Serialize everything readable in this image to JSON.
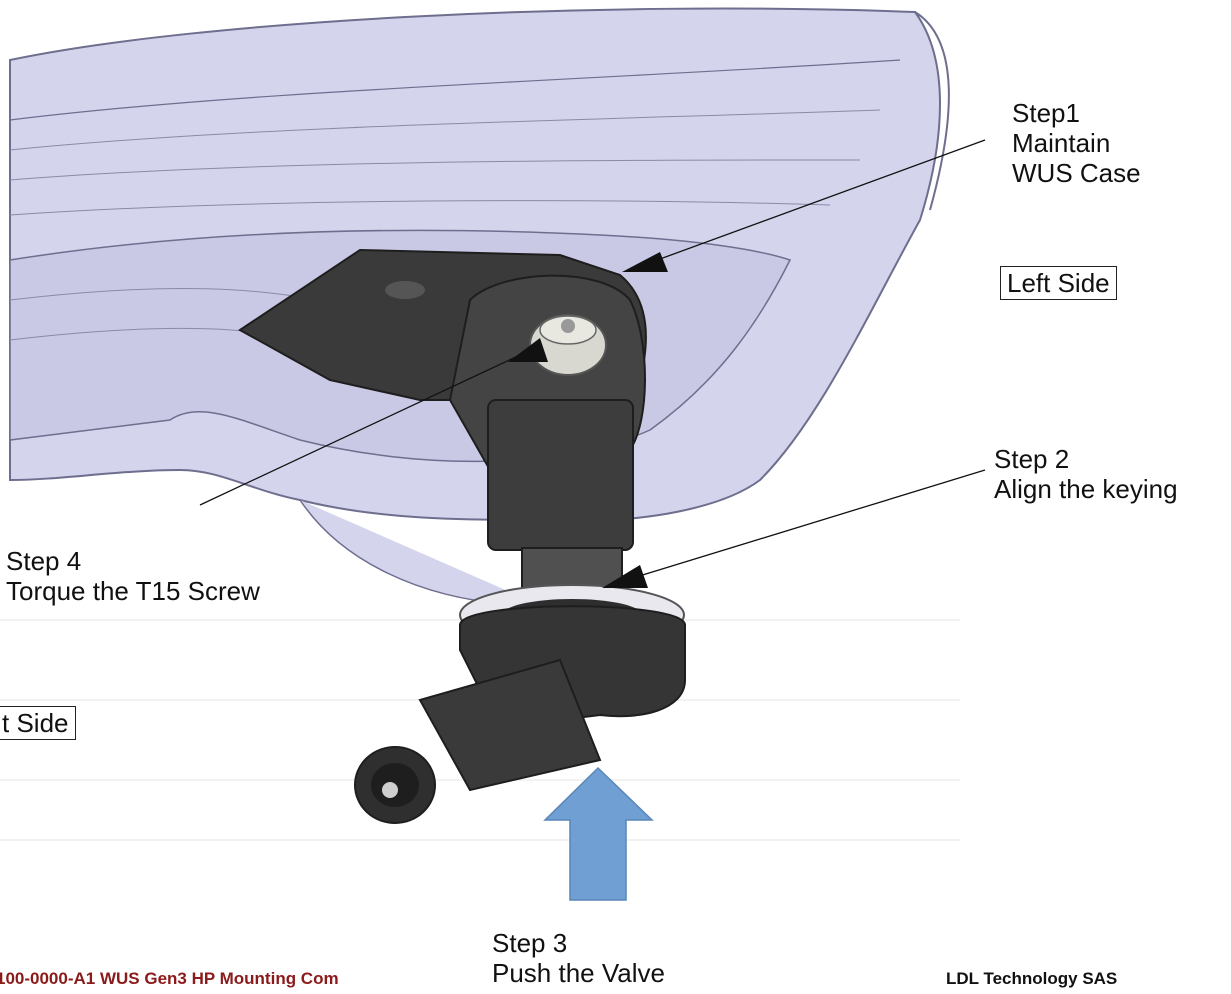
{
  "labels": {
    "step1_title": "Step1",
    "step1_line2": "Maintain",
    "step1_line3": "WUS Case",
    "left_side": "Left Side",
    "step2_title": "Step 2",
    "step2_line2": "Align the keying",
    "step4_title": "Step 4",
    "step4_line2": "Torque the T15 Screw",
    "right_side_partial": "t Side",
    "step3_title": "Step 3",
    "step3_line2": "Push the Valve"
  },
  "footer": {
    "left_text": "100-0000-A1 WUS Gen3 HP Mounting Com",
    "right_text": "LDL Technology SAS"
  },
  "colors": {
    "rim": "#d4d4ec",
    "rim_edge": "#6e6e8e",
    "sensor_dark": "#3a3a3a",
    "sensor_mid": "#555555",
    "screw": "#d8d8d0",
    "arrow_blue": "#6f9fd3",
    "footer_left": "#8b1a1a",
    "footer_right": "#111111"
  }
}
